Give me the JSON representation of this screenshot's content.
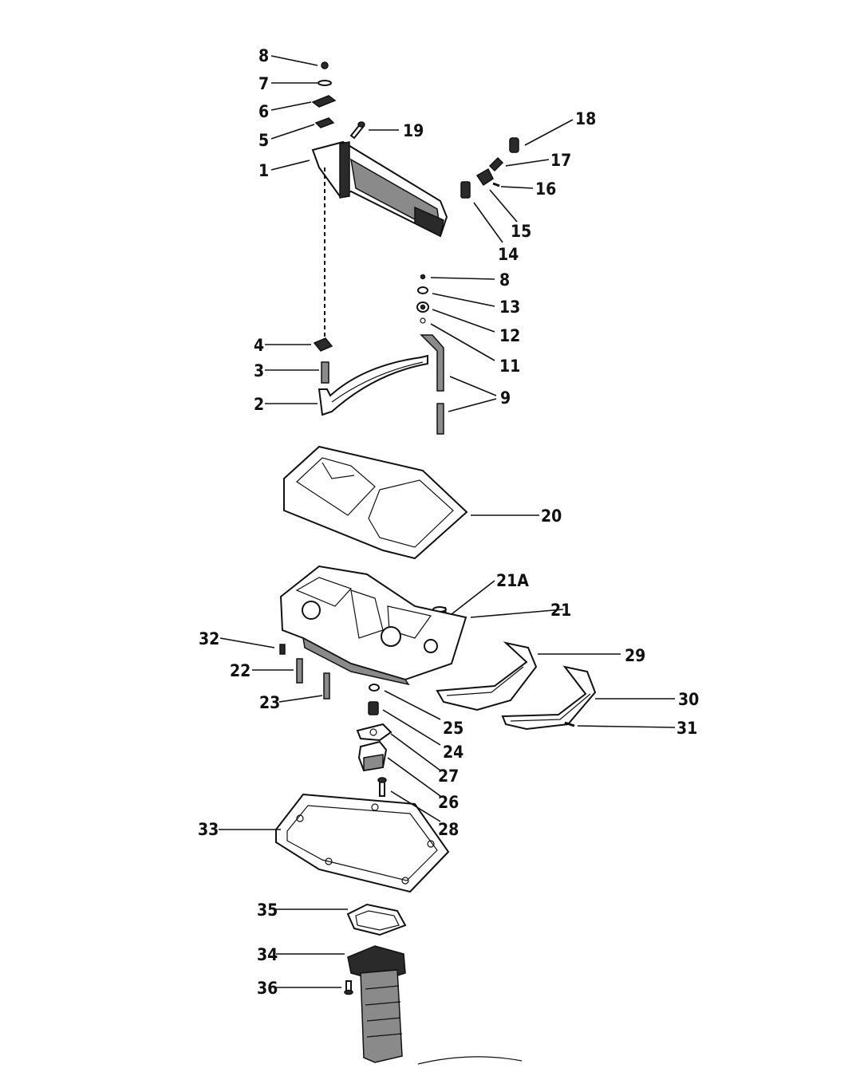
{
  "labels": {
    "l1": "1",
    "l2": "2",
    "l3": "3",
    "l4": "4",
    "l5": "5",
    "l6": "6",
    "l7": "7",
    "l8a": "8",
    "l8b": "8",
    "l9": "9",
    "l11": "11",
    "l12": "12",
    "l13": "13",
    "l14": "14",
    "l15": "15",
    "l16": "16",
    "l17": "17",
    "l18": "18",
    "l19": "19",
    "l20": "20",
    "l21": "21",
    "l21a": "21A",
    "l22": "22",
    "l23": "23",
    "l24": "24",
    "l25": "25",
    "l26": "26",
    "l27": "27",
    "l28": "28",
    "l29": "29",
    "l30": "30",
    "l31": "31",
    "l32": "32",
    "l33": "33",
    "l34": "34",
    "l35": "35",
    "l36": "36"
  },
  "colors": {
    "ink": "#111111",
    "paper": "#ffffff"
  }
}
